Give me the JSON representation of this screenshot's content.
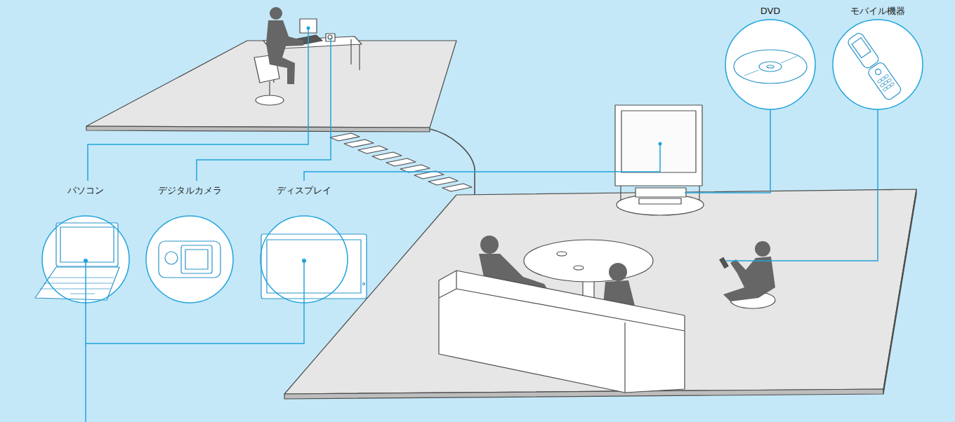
{
  "diagram": {
    "nodes": [
      {
        "text": [
          "DVD"
        ]
      },
      {
        "text": [
          "モバイル機器"
        ]
      },
      {
        "text": [
          "パソコン"
        ]
      },
      {
        "text": [
          "デジタルカメラ"
        ]
      },
      {
        "text": [
          "ディスプレイ"
        ]
      }
    ],
    "edges": [
      {
        "from": 2,
        "to": 4,
        "arrow": "none"
      }
    ]
  }
}
